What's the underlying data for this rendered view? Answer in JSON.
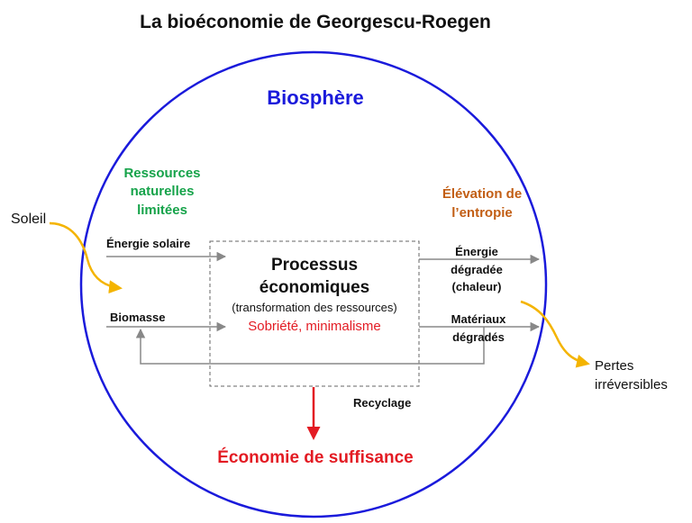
{
  "title": "La bioéconomie de Georgescu-Roegen",
  "biosphere": "Biosphère",
  "ressources": {
    "line1": "Ressources",
    "line2": "naturelles",
    "line3": "limitées"
  },
  "entropie": {
    "line1": "Élévation de",
    "line2": "l’entropie"
  },
  "inputs": {
    "soleil": "Soleil",
    "energie_solaire": "Énergie solaire",
    "biomasse": "Biomasse"
  },
  "processus": {
    "line1": "Processus",
    "line2": "économiques",
    "subtitle": "(transformation des ressources)",
    "sobriete": "Sobriété, minimalisme"
  },
  "outputs": {
    "energie_degradee": {
      "line1": "Énergie",
      "line2": "dégradée",
      "line3": "(chaleur)"
    },
    "materiaux_degrades": {
      "line1": "Matériaux",
      "line2": "dégradés"
    },
    "pertes": {
      "line1": "Pertes",
      "line2": "irréversibles"
    }
  },
  "recyclage": "Recyclage",
  "economie_suffisance": "Économie de suffisance",
  "colors": {
    "circle": "#1a1adb",
    "ressources": "#16a34a",
    "entropie": "#c25e14",
    "highlight": "#e31b23",
    "sun_arrow": "#f4b400",
    "flow_arrow": "#888888"
  }
}
